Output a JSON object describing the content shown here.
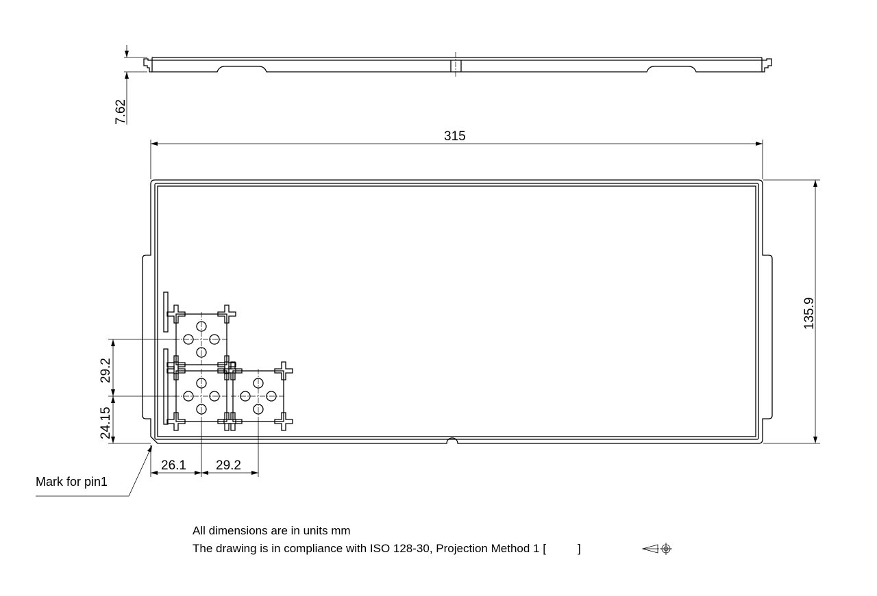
{
  "dimensions": {
    "thickness": "7.62",
    "length": "315",
    "width": "135.9",
    "pitch_y": "29.2",
    "offset_y": "24.15",
    "offset_x": "26.1",
    "pitch_x": "29.2"
  },
  "labels": {
    "pin1_mark": "Mark for pin1"
  },
  "notes": {
    "units": "All dimensions are in units mm",
    "compliance_prefix": "The drawing is in compliance with ISO 128-30, Projection Method 1 [",
    "compliance_suffix": "]",
    "projection_symbol": "first-angle-projection-icon"
  }
}
